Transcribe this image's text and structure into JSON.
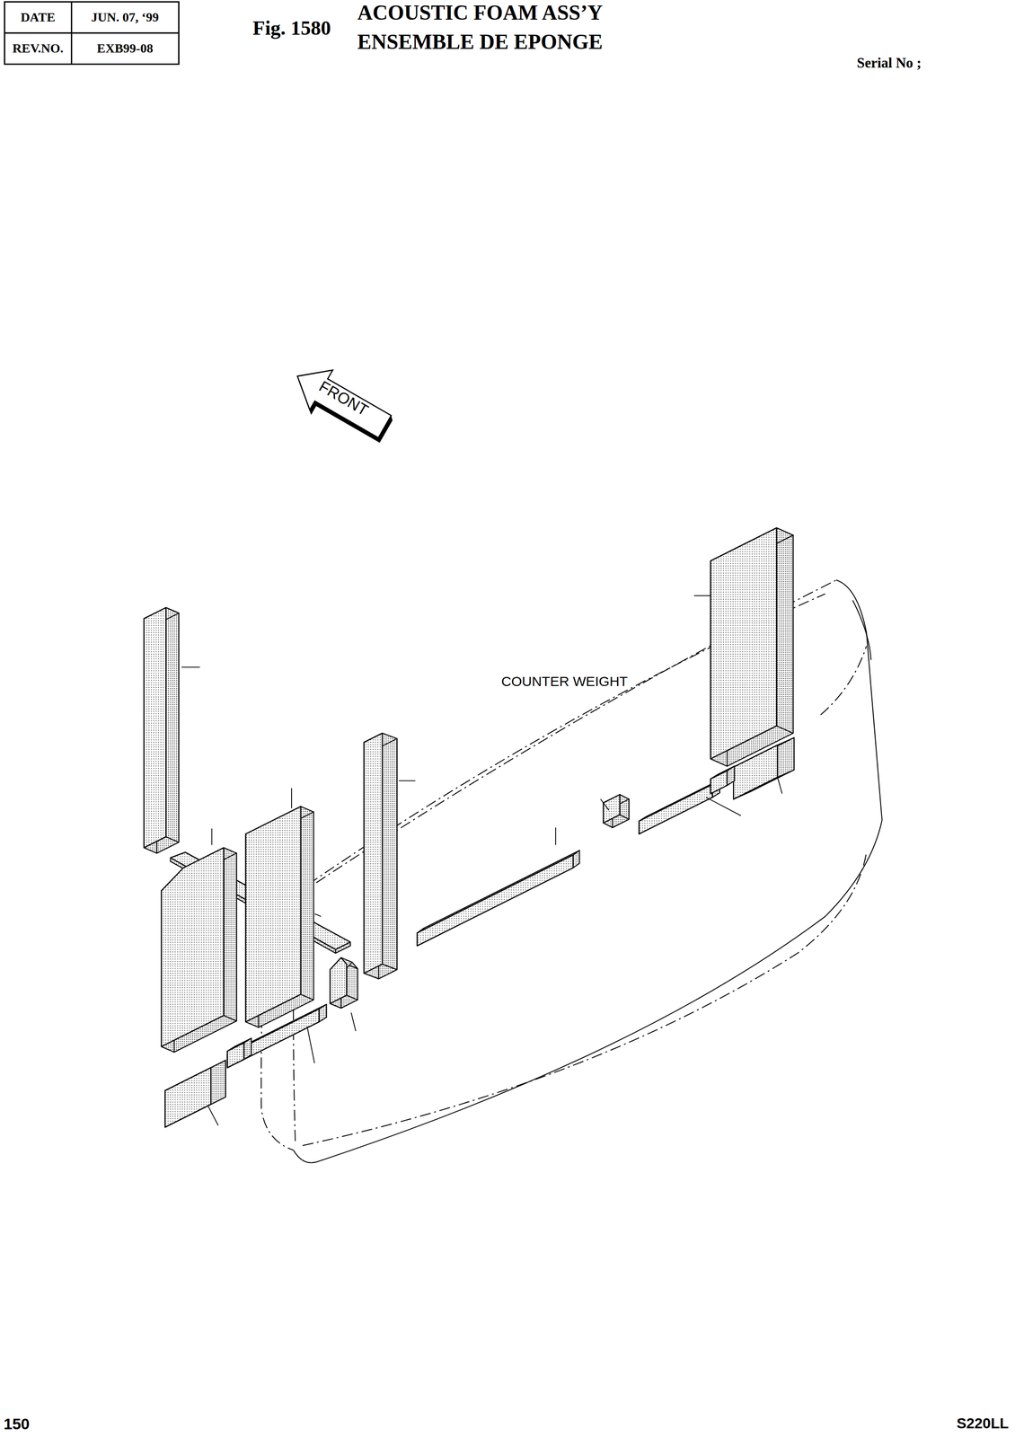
{
  "diagram": {
    "title": "ACOUSTIC FOAM ASS’Y ENSEMBLE DE EPONGE",
    "labels": [
      "DATE",
      "JUN. 07, ‘99",
      "REV.NO.",
      "EXB99-08",
      "Fig. 1580",
      "Serial No ;",
      "FRONT",
      "COUNTER WEIGHT",
      "150",
      "S220LL"
    ]
  }
}
